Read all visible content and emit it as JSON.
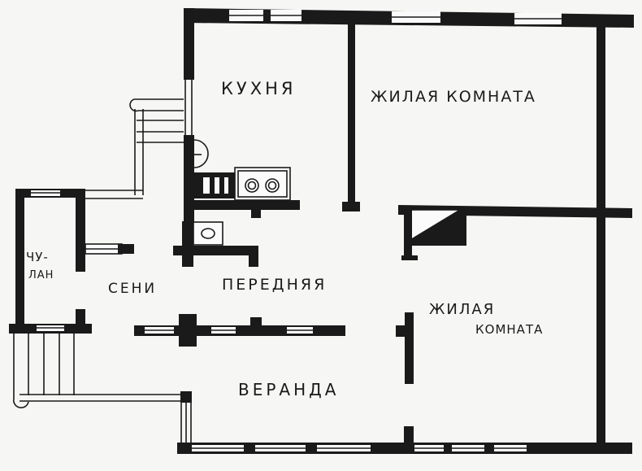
{
  "figure": {
    "type": "floor-plan",
    "language": "ru",
    "colors": {
      "wall": "#1a1a1a",
      "background": "#f6f6f4"
    }
  },
  "rooms": {
    "kitchen": {
      "label": "КУХНЯ"
    },
    "living_room_top": {
      "label": "ЖИЛАЯ КОМНАТА"
    },
    "pantry": {
      "label_line1": "ЧУ-",
      "label_line2": "ЛАН"
    },
    "entry_porch": {
      "label": "СЕНИ"
    },
    "hall": {
      "label": "ПЕРЕДНЯЯ"
    },
    "living_room_bottom": {
      "label_line1": "ЖИЛАЯ",
      "label_line2": "КОМНАТА"
    },
    "veranda": {
      "label": "ВЕРАНДА"
    }
  },
  "fixtures": [
    {
      "name": "kitchen-stove",
      "burners": 2
    },
    {
      "name": "stove-firebox",
      "openings": 3
    },
    {
      "name": "washbasin"
    },
    {
      "name": "corner-stove"
    },
    {
      "name": "exterior-stairs-top"
    },
    {
      "name": "exterior-stairs-bottom"
    }
  ]
}
